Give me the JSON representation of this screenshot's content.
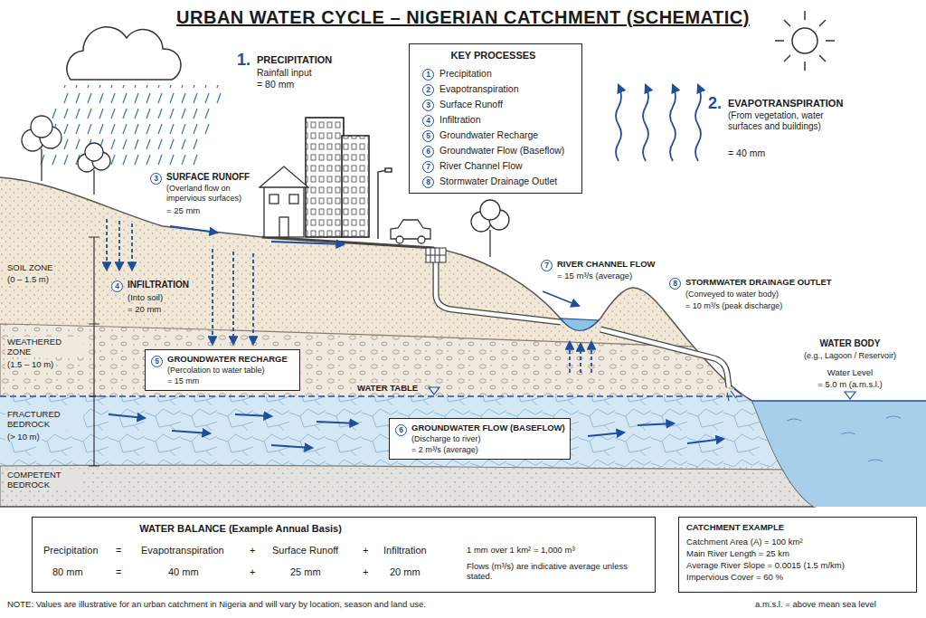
{
  "diagram": {
    "title": "URBAN WATER CYCLE – NIGERIAN CATCHMENT (SCHEMATIC)",
    "nodes": [
      {
        "text": [
          "KEY PROCESSES",
          "1",
          "Precipitation",
          "2",
          "Evapotranspiration",
          "3",
          "Surface Runoff",
          "4",
          "Infiltration",
          "5",
          "Groundwater Recharge",
          "6",
          "Groundwater Flow (Baseflow)",
          "7",
          "River Channel Flow",
          "8",
          "Stormwater Drainage Outlet"
        ]
      },
      {
        "text": [
          "5",
          "GROUNDWATER RECHARGE",
          "(Percolation to water table)",
          "= 15 mm"
        ]
      },
      {
        "text": [
          "6",
          "GROUNDWATER FLOW (BASEFLOW)",
          "(Discharge to river)",
          "= 2 m³/s (average)"
        ]
      },
      {
        "text": [
          "WATER BALANCE (Example Annual Basis)",
          "Precipitation",
          "=",
          "Evapotranspiration",
          "+",
          "Surface Runoff",
          "+",
          "Infiltration",
          "80 mm",
          "=",
          "40 mm",
          "+",
          "25 mm",
          "+",
          "20 mm",
          "1 mm over 1 km² = 1,000 m³",
          "Flows (m³/s) are indicative average unless stated."
        ]
      },
      {
        "text": [
          "CATCHMENT EXAMPLE",
          "Catchment Area (A) = 100 km²",
          "Main River Length = 25 km",
          "Average River Slope = 0.0015 (1.5 m/km)",
          "Impervious Cover = 60 %"
        ]
      }
    ],
    "labels": [
      "1.",
      "PRECIPITATION",
      "Rainfall input",
      "= 80 mm",
      "2.",
      "EVAPOTRANSPIRATION",
      "(From vegetation, water surfaces and buildings)",
      "= 40 mm",
      "3",
      "SURFACE RUNOFF",
      "(Overland flow on impervious surfaces)",
      "= 25 mm",
      "4",
      "INFILTRATION",
      "(Into soil)",
      "= 20 mm",
      "7",
      "RIVER CHANNEL FLOW",
      "= 15 m³/s (average)",
      "8",
      "STORMWATER DRAINAGE OUTLET",
      "(Conveyed to water body)",
      "= 10 m³/s (peak discharge)",
      "WATER BODY",
      "(e.g., Lagoon / Reservoir)",
      "Water Level",
      "= 5.0 m (a.m.s.l.)",
      "WATER TABLE",
      "SOIL ZONE",
      "(0 – 1.5 m)",
      "WEATHERED ZONE",
      "(1.5 – 10 m)",
      "FRACTURED BEDROCK",
      "(> 10 m)",
      "COMPETENT BEDROCK",
      "NOTE: Values are illustrative for an urban catchment in Nigeria and will vary by location, season and land use.",
      "a.m.s.l. = above mean sea level"
    ]
  }
}
